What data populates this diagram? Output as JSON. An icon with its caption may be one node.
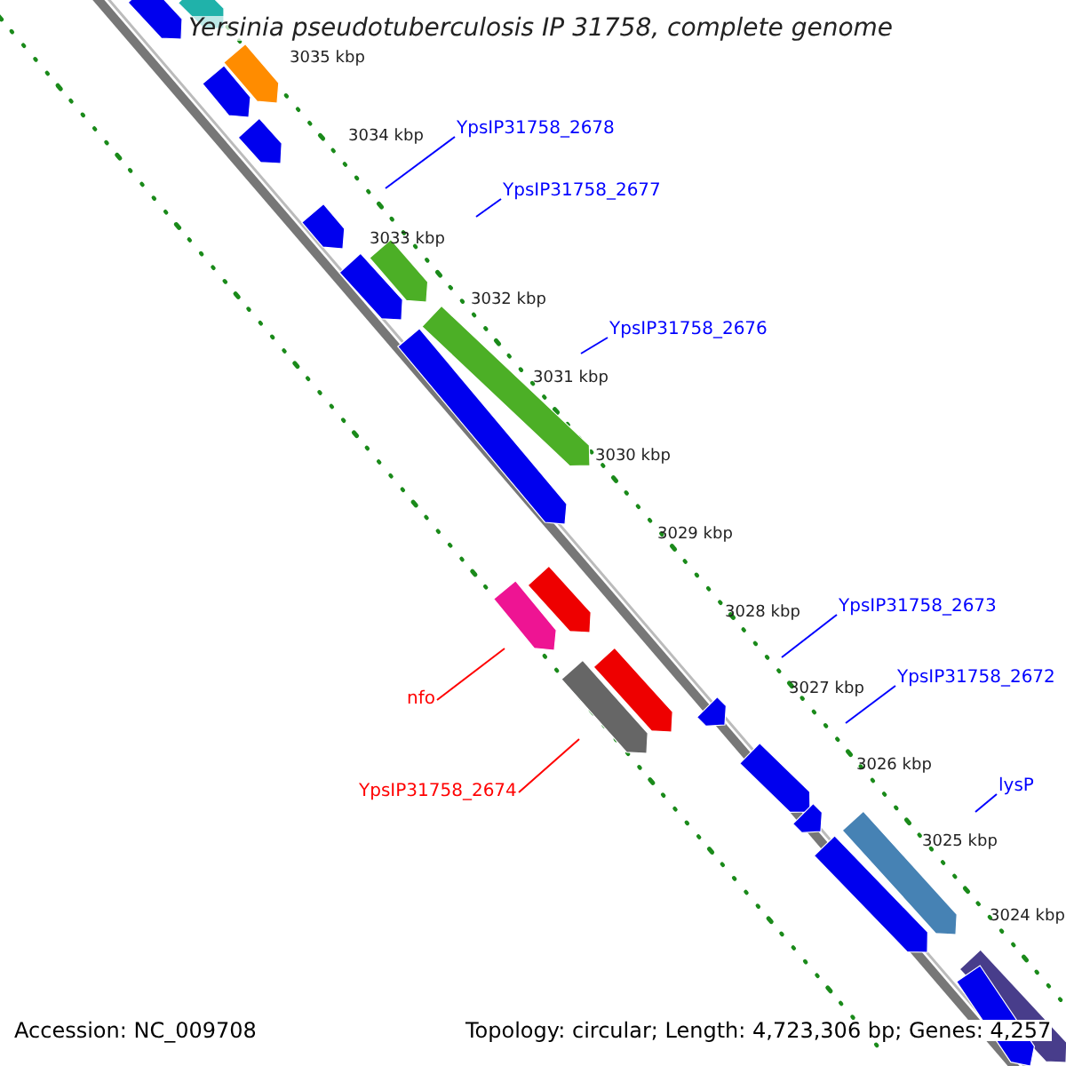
{
  "diagram": {
    "title": "Yersinia pseudotuberculosis IP 31758, complete genome",
    "nodes": [
      {
        "text": [
          "YpsIP31758_2678"
        ]
      },
      {
        "text": [
          "YpsIP31758_2677"
        ]
      },
      {
        "text": [
          "YpsIP31758_2676"
        ]
      },
      {
        "text": [
          "YpsIP31758_2673"
        ]
      },
      {
        "text": [
          "YpsIP31758_2672"
        ]
      },
      {
        "text": [
          "lysP"
        ]
      },
      {
        "text": [
          "nfo"
        ]
      },
      {
        "text": [
          "YpsIP31758_2674"
        ]
      }
    ],
    "edges": [
      {
        "from": 0,
        "to": null,
        "arrow": "none"
      },
      {
        "from": 1,
        "to": null,
        "arrow": "none"
      },
      {
        "from": 2,
        "to": null,
        "arrow": "none"
      },
      {
        "from": 3,
        "to": null,
        "arrow": "none"
      },
      {
        "from": 4,
        "to": null,
        "arrow": "none"
      },
      {
        "from": 5,
        "to": null,
        "arrow": "none"
      },
      {
        "from": 6,
        "to": null,
        "arrow": "none",
        "color": "#ff0000"
      },
      {
        "from": 7,
        "to": null,
        "arrow": "none",
        "color": "#ff0000"
      }
    ],
    "labels": [
      "3035 kbp",
      "3034 kbp",
      "3033 kbp",
      "3032 kbp",
      "3031 kbp",
      "3030 kbp",
      "3029 kbp",
      "3028 kbp",
      "3027 kbp",
      "3026 kbp",
      "3025 kbp",
      "3024 kbp",
      "Accession: NC_009708",
      "Topology: circular; Length: 4,723,306 bp; Genes: 4,257"
    ]
  }
}
